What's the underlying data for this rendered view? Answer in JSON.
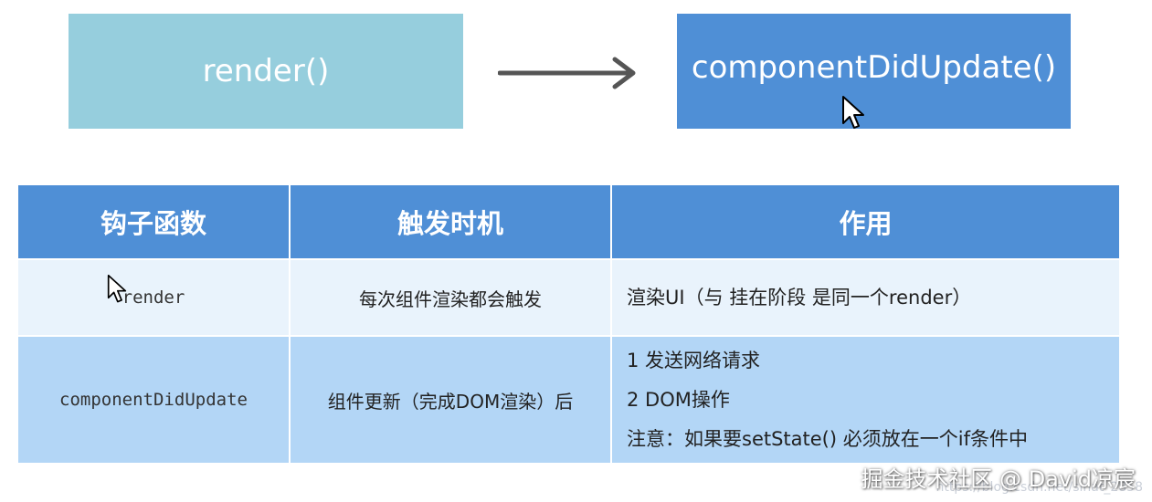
{
  "flow": {
    "left_box": "render()",
    "right_box": "componentDidUpdate()",
    "left_color": "#96cedd",
    "right_color": "#4f8fd6"
  },
  "table": {
    "headers": [
      "钩子函数",
      "触发时机",
      "作用"
    ],
    "header_color": "#4f8fd6",
    "rows": [
      {
        "hook": "render",
        "timing": "每次组件渲染都会触发",
        "usage": [
          "渲染UI（与 挂在阶段 是同一个render）"
        ]
      },
      {
        "hook": "componentDidUpdate",
        "timing": "组件更新（完成DOM渲染）后",
        "usage": [
          "1 发送网络请求",
          "2 DOM操作",
          "注意：如果要setState() 必须放在一个if条件中"
        ]
      }
    ]
  },
  "watermark": {
    "main": "掘金技术社区 @ David凉宸",
    "faint": "https://blog.csdn.net/sinat_2858"
  },
  "icons": {
    "arrow": "right-arrow-icon",
    "cursor": "mouse-pointer-icon"
  }
}
